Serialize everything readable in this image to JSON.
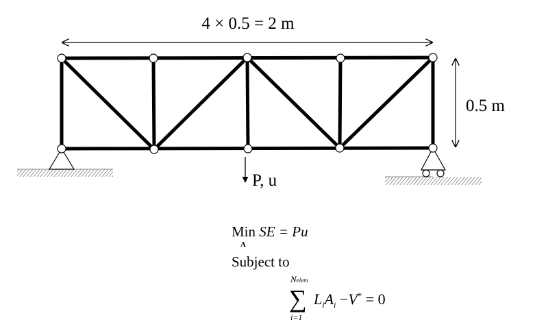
{
  "dimensions": {
    "span_label": "4 × 0.5 = 2 m",
    "height_label": "0.5 m"
  },
  "load": {
    "label": "P, u"
  },
  "formulation": {
    "objective_min": "Min",
    "objective_var": "A",
    "objective_expr": "SE = Pu",
    "subject_to": "Subject to",
    "sum_upper": "N",
    "sum_upper_sub": "elem",
    "sum_lower": "i=1",
    "constraint_L": "L",
    "constraint_A": "A",
    "constraint_sub": "i",
    "constraint_V": "V",
    "constraint_star": "*",
    "constraint_rhs": "= 0",
    "minus": "−",
    "sigma": "∑"
  }
}
